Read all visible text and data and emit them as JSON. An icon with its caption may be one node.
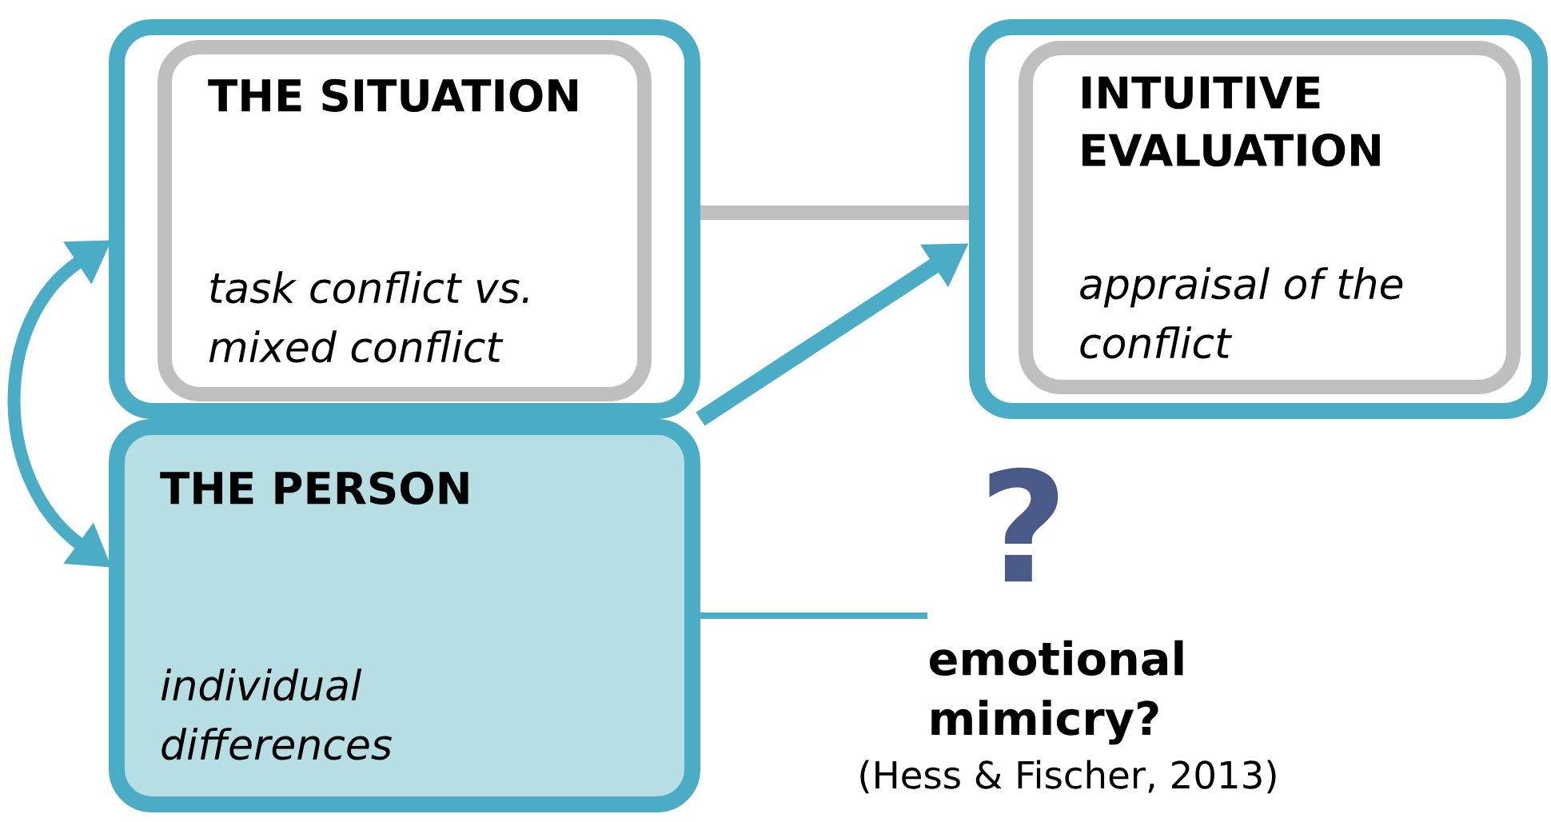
{
  "diagram": {
    "nodes": [
      {
        "text": [],
        "shape": "box"
      },
      {
        "text": [
          "THE SITUATION",
          "task conflict vs. mixed conflict"
        ],
        "in": 0
      },
      {
        "text": [
          "THE PERSON",
          "individual differences"
        ]
      },
      {
        "text": [],
        "shape": "box"
      },
      {
        "text": [
          "INTUITIVE EVALUATION",
          "appraisal of the conflict"
        ],
        "in": 3
      },
      {
        "text": [
          "emotional mimicry?"
        ],
        "beside": [
          "(Hess & Fischer, 2013)"
        ]
      }
    ],
    "edges": [
      {
        "from": 0,
        "to": 2,
        "arrow": "both"
      },
      {
        "from": 0,
        "to": 3,
        "arrow": "none",
        "color": "#bfbfbf"
      },
      {
        "from": 2,
        "to": 3,
        "arrow": "to"
      },
      {
        "from": 2,
        "to": 5,
        "arrow": "none"
      }
    ],
    "labels": [
      "?"
    ]
  }
}
